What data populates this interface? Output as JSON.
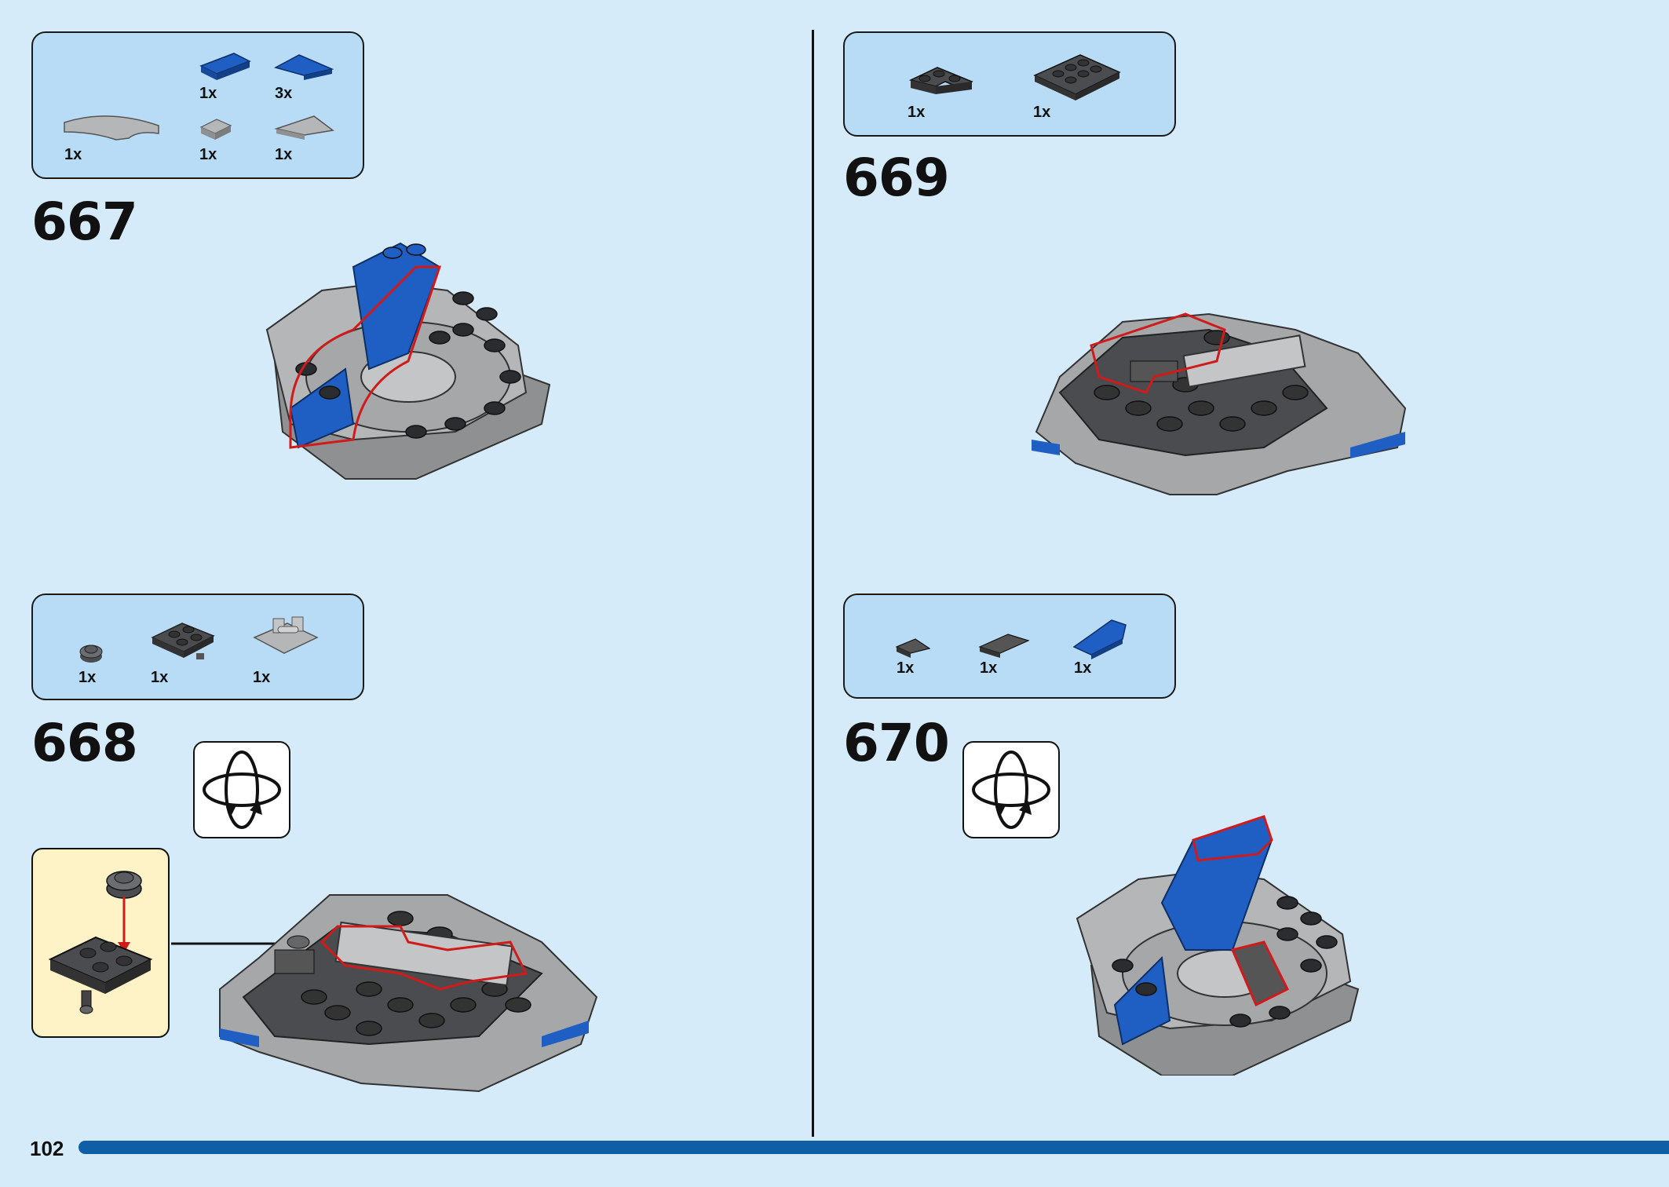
{
  "page_number": "102",
  "steps": [
    {
      "number": "667",
      "parts": [
        "1x",
        "3x",
        "1x",
        "1x",
        "1x"
      ]
    },
    {
      "number": "668",
      "parts": [
        "1x",
        "1x",
        "1x"
      ]
    },
    {
      "number": "669",
      "parts": [
        "1x",
        "1x"
      ]
    },
    {
      "number": "670",
      "parts": [
        "1x",
        "1x",
        "1x"
      ]
    }
  ],
  "colors": {
    "background": "#d6ebfa",
    "parts_box": "#b9dcf6",
    "brick_blue": "#1f5fc4",
    "brick_grey": "#9fa1a3",
    "brick_dark": "#4a4c4f",
    "highlight": "#d11a1a",
    "progress": "#0f5fa7"
  },
  "icons": [
    "rotate-model-icon",
    "sub-assembly-callout"
  ]
}
